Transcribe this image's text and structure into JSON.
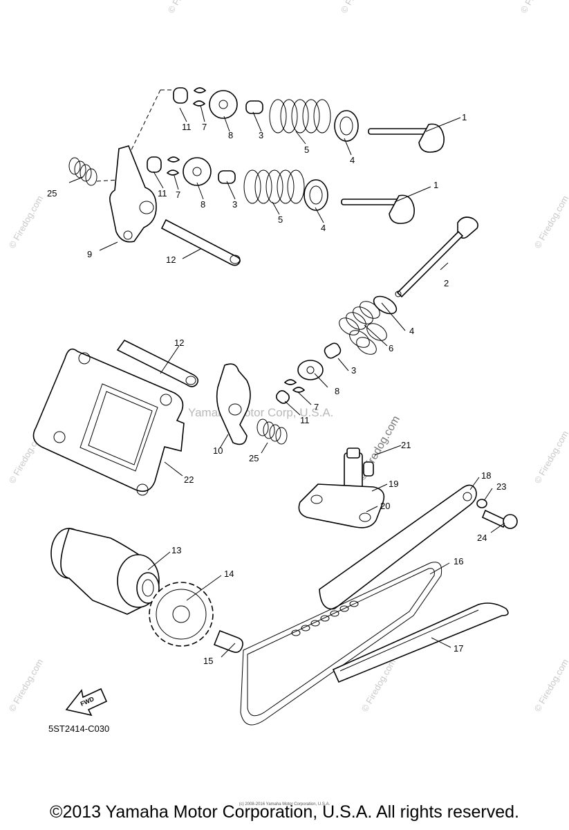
{
  "diagram_code": "5ST2414-C030",
  "footer_copyright": "©2013 Yamaha Motor Corporation, U.S.A. All rights reserved.",
  "footer_small": "(c) 2008-2016 Yamaha Motor Corporation, U.S.A.",
  "watermark_center": "Yamaha Motor Corp, U.S.A.",
  "watermark_site": "© Firedog.com",
  "watermark_rotated": "© Firedog.com",
  "fwd_label": "FWD",
  "part_numbers": {
    "n1": "1",
    "n2": "2",
    "n3": "3",
    "n4": "4",
    "n5": "5",
    "n6": "6",
    "n7": "7",
    "n8": "8",
    "n9": "9",
    "n10": "10",
    "n11": "11",
    "n12": "12",
    "n13": "13",
    "n14": "14",
    "n15": "15",
    "n16": "16",
    "n17": "17",
    "n18": "18",
    "n19": "19",
    "n20": "20",
    "n21": "21",
    "n22": "22",
    "n23": "23",
    "n24": "24",
    "n25": "25"
  }
}
